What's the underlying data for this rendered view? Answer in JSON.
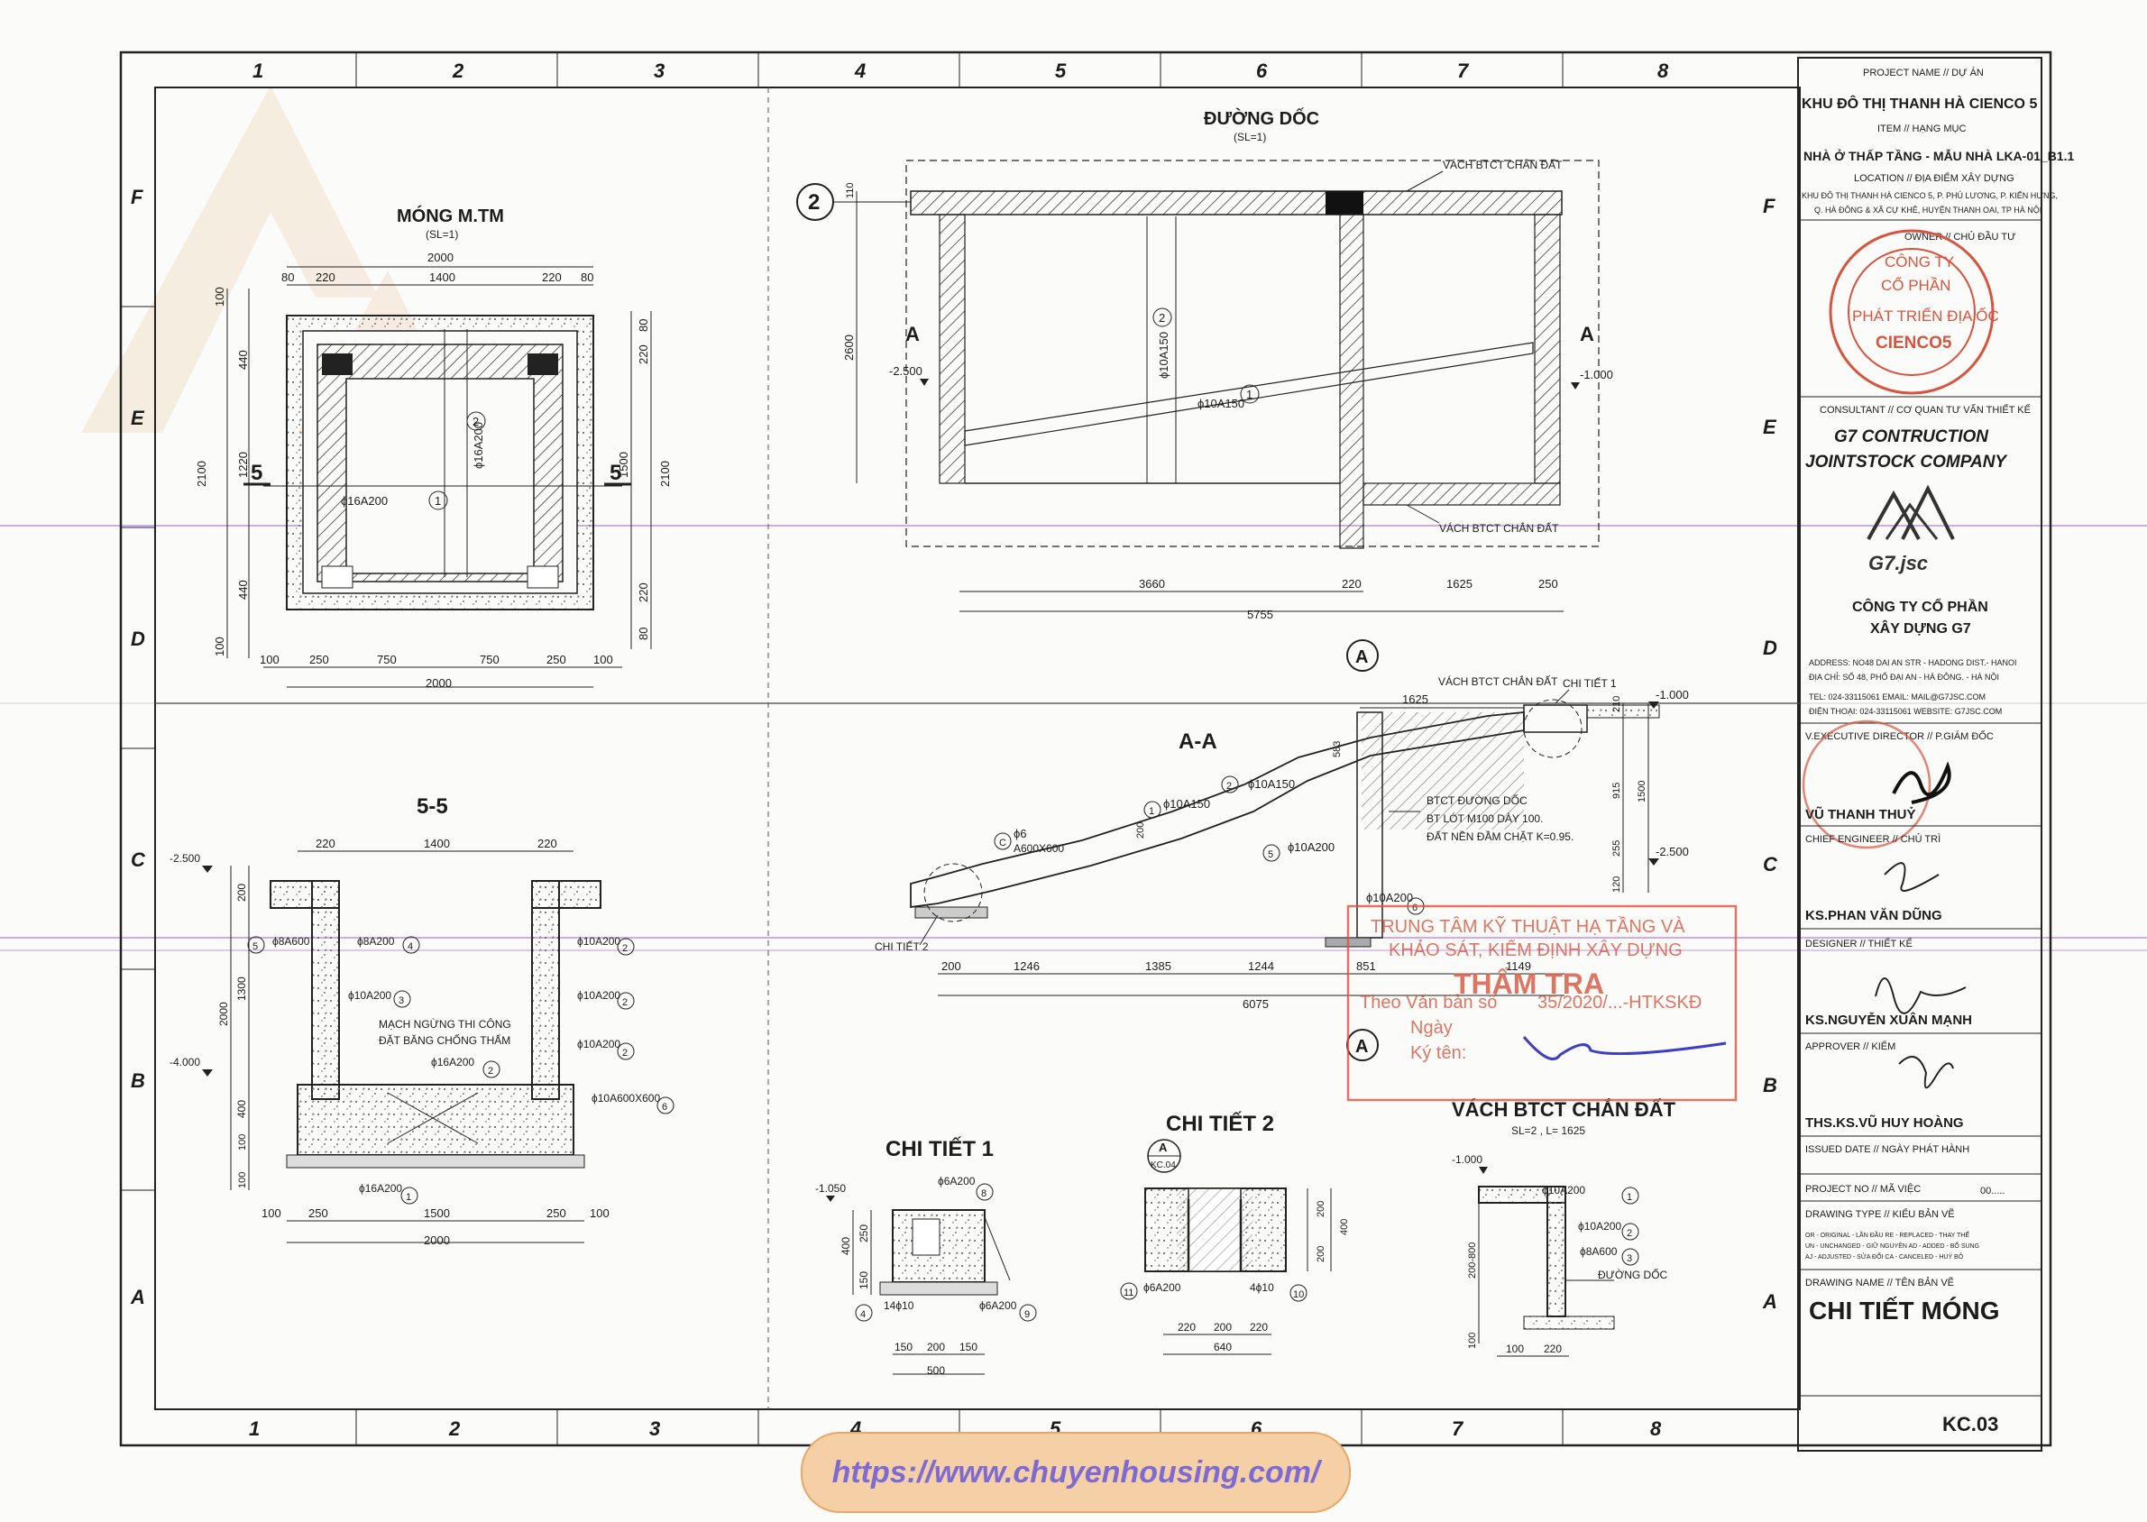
{
  "grid": {
    "columns": [
      "1",
      "2",
      "3",
      "4",
      "5",
      "6",
      "7",
      "8"
    ],
    "rows": [
      "F",
      "E",
      "D",
      "C",
      "B",
      "A"
    ]
  },
  "mong": {
    "title": "MÓNG M.TM",
    "scale": "(SL=1)",
    "top_dims": [
      "2000",
      "80",
      "220",
      "1400",
      "220",
      "80"
    ],
    "bot_dims": [
      "100",
      "250",
      "750",
      "750",
      "250",
      "100",
      "2000"
    ],
    "left_dims": [
      "100",
      "440",
      "1220",
      "440",
      "100",
      "2100"
    ],
    "right_dims": [
      "80",
      "220",
      "1500",
      "220",
      "80",
      "2100"
    ],
    "rebar1": "ϕ16A200",
    "rebar2": "ϕ16A200",
    "sec": "5"
  },
  "duongdoc": {
    "title": "ĐƯỜNG DỐC",
    "scale": "(SL=1)",
    "wall_top": "VÁCH BTCT CHẮN ĐẤT",
    "wall_bot": "VÁCH BTCT CHẮN ĐẤT",
    "rebar1": "ϕ10A150",
    "rebar2": "ϕ10A150",
    "lvl_left": "-2.500",
    "lvl_right": "-1.000",
    "dim_h": "2600",
    "dim_top": "110",
    "dims": [
      "3660",
      "220",
      "1625",
      "250",
      "5755"
    ],
    "sec": "A",
    "axis": "2"
  },
  "aa": {
    "title": "A-A",
    "wall": "VÁCH BTCT CHẮN ĐẤT",
    "detail1": "CHI TIẾT 1",
    "detail2": "CHI TIẾT 2",
    "layers": [
      "BTCT ĐƯỜNG DỐC",
      "BT LÓT M100 DÀY 100.",
      "ĐẤT NỀN ĐẦM CHẶT K=0.95."
    ],
    "r1": "ϕ10A150",
    "r2": "ϕ10A150",
    "r5": "ϕ10A200",
    "r6": "ϕ10A200",
    "rc": "ϕ6",
    "rc2": "A600X600",
    "thk": "200",
    "dims": [
      "200",
      "1246",
      "1385",
      "1244",
      "851",
      "1149",
      "6075"
    ],
    "top_dim": "1625",
    "right_dims": [
      "210",
      "583",
      "915",
      "1500",
      "255",
      "120"
    ],
    "lvl_top": "-1.000",
    "lvl_bot": "-2.500",
    "sec": "A"
  },
  "s55": {
    "title": "5-5",
    "dims_top": [
      "220",
      "1400",
      "220"
    ],
    "dims_bot": [
      "100",
      "250",
      "1500",
      "250",
      "100",
      "2000"
    ],
    "dims_left": [
      "200",
      "1300",
      "2000",
      "400",
      "100",
      "100"
    ],
    "lvl1": "-2.500",
    "lvl2": "-4.000",
    "r5": "ϕ8A600",
    "r4": "ϕ8A200",
    "r3": "ϕ10A200",
    "r2a": "ϕ10A200",
    "r2b": "ϕ10A200",
    "r2c": "ϕ10A200",
    "r2d": "ϕ16A200",
    "r6": "ϕ10A600X600",
    "r1": "ϕ16A200",
    "note1": "MẠCH NGỪNG THI CÔNG",
    "note2": "ĐẶT BĂNG CHỐNG THẤM"
  },
  "ct1": {
    "title": "CHI TIẾT 1",
    "lvl": "-1.050",
    "r8": "ϕ6A200",
    "r4": "14ϕ10",
    "r9": "ϕ6A200",
    "dims_v": [
      "400",
      "250",
      "150"
    ],
    "dims_h": [
      "150",
      "200",
      "150",
      "500"
    ]
  },
  "ct2": {
    "title": "CHI TIẾT 2",
    "ref_top": "A",
    "ref_bot": "KC.04",
    "r11": "ϕ6A200",
    "r10": "4ϕ10",
    "dims_v": [
      "200",
      "200",
      "400"
    ],
    "dims_h": [
      "220",
      "200",
      "220",
      "640"
    ]
  },
  "vach": {
    "title": "VÁCH BTCT CHẮN ĐẤT",
    "sub": "SL=2 , L= 1625",
    "lvl": "-1.000",
    "r1": "ϕ10A200",
    "r2": "ϕ10A200",
    "r3": "ϕ8A600",
    "ramp": "ĐƯỜNG DỐC",
    "dims_v": [
      "200-800",
      "100"
    ],
    "dims_h": [
      "100",
      "220"
    ]
  },
  "tb": {
    "project_lbl": "PROJECT NAME // DỰ ÁN",
    "project": "KHU ĐÔ THỊ THANH HÀ CIENCO 5",
    "item_lbl": "ITEM // HẠNG MỤC",
    "item": "NHÀ Ở THẤP TẦNG - MẪU NHÀ LKA-01_B1.1",
    "loc_lbl": "LOCATION // ĐỊA ĐIỂM XÂY DỰNG",
    "loc1": "KHU ĐÔ THỊ THANH HÀ CIENCO 5, P. PHÚ LƯƠNG, P. KIẾN HƯNG,",
    "loc2": "Q. HÀ ĐÔNG & XÃ CỰ KHÊ, HUYỆN THANH OAI, TP HÀ NỘI",
    "owner_lbl": "OWNER // CHỦ ĐẦU TƯ",
    "stamp1": "CÔNG TY",
    "stamp2": "CỔ PHẦN",
    "stamp3": "PHÁT TRIỂN ĐỊA ỐC",
    "stamp4": "CIENCO5",
    "consult_lbl": "CONSULTANT // CƠ QUAN TƯ VẤN THIẾT KẾ",
    "consult1": "G7 CONTRUCTION",
    "consult2": "JOINTSTOCK COMPANY",
    "logo": "G7.jsc",
    "co1": "CÔNG TY CỔ PHẦN",
    "co2": "XÂY DỰNG G7",
    "addr1": "ADDRESS:   NO48 DAI AN STR - HADONG DIST.- HANOI",
    "addr2": "ĐỊA CHỈ:    SỐ 48, PHỐ ĐẠI AN - HÀ ĐÔNG. - HÀ NỘI",
    "tel": "TEL:          024-33115061  EMAIL: MAIL@G7JSC.COM",
    "tel2": "ĐIỆN THOẠI: 024-33115061  WEBSITE:   G7JSC.COM",
    "dir_lbl": "V.EXECUTIVE DIRECTOR // P.GIÁM ĐỐC",
    "dir": "VŨ THANH THUỶ",
    "chief_lbl": "CHIEF ENGINEER // CHỦ TRÌ",
    "chief": "KS.PHAN VĂN DŨNG",
    "des_lbl": "DESIGNER // THIẾT KẾ",
    "des": "KS.NGUYỄN XUÂN MẠNH",
    "app_lbl": "APPROVER // KIỂM",
    "app": "THS.KS.VŨ HUY HOÀNG",
    "date_lbl": "ISSUED DATE // NGÀY PHÁT HÀNH",
    "proj_no_lbl": "PROJECT NO // MÃ VIỆC",
    "proj_no": "00.....",
    "type_lbl": "DRAWING TYPE // KIỂU BẢN VẼ",
    "type1": "OR - ORIGINAL - LẦN ĐẦU      RE - REPLACED - THAY THẾ",
    "type2": "UN - UNCHANGED - GIỮ NGUYÊN   AD - ADDED - BỔ SUNG",
    "type3": "AJ - ADJUSTED - SỬA ĐỔI       CA - CANCELED - HUỶ BỎ",
    "name_lbl": "DRAWING NAME // TÊN BẢN VẼ",
    "name": "CHI TIẾT MÓNG",
    "code": "KC.03"
  },
  "stamp": {
    "l1": "TRUNG TÂM KỸ THUẬT HẠ TẦNG VÀ",
    "l2": "KHẢO SÁT, KIỂM ĐỊNH XÂY DỰNG",
    "l3": "THẨM TRA",
    "l4": "Theo Văn bản số",
    "l4b": "35/2020/...-HTKSKĐ",
    "l5": "Ngày",
    "l6": "Ký tên:"
  },
  "url": "https://www.chuyenhousing.com/"
}
